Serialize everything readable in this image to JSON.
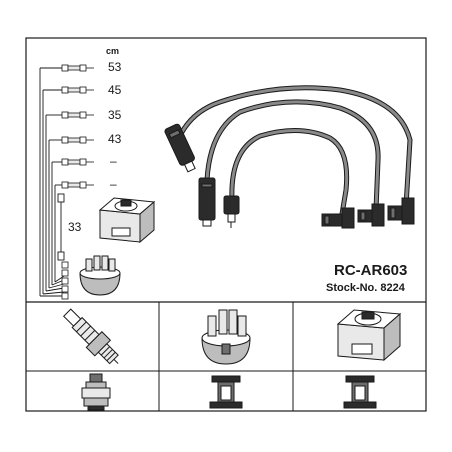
{
  "unit_label": "cm",
  "cable_lengths": [
    "53",
    "45",
    "35",
    "43",
    "–",
    "–"
  ],
  "coil_lead_length": "33",
  "part_number": "RC-AR603",
  "stock_number": "Stock-No. 8224",
  "colors": {
    "line": "#1a1a1a",
    "cable": "#6e6e6e",
    "cable_dark": "#2b2b2b",
    "fill_light": "#e9e9e9",
    "fill_mid": "#bdbdbd"
  },
  "icons": [
    "spark-plug-icon",
    "distributor-cap-icon",
    "ignition-coil-icon",
    "spark-plug-terminal-icon",
    "distributor-terminal-icon",
    "coil-terminal-icon"
  ]
}
